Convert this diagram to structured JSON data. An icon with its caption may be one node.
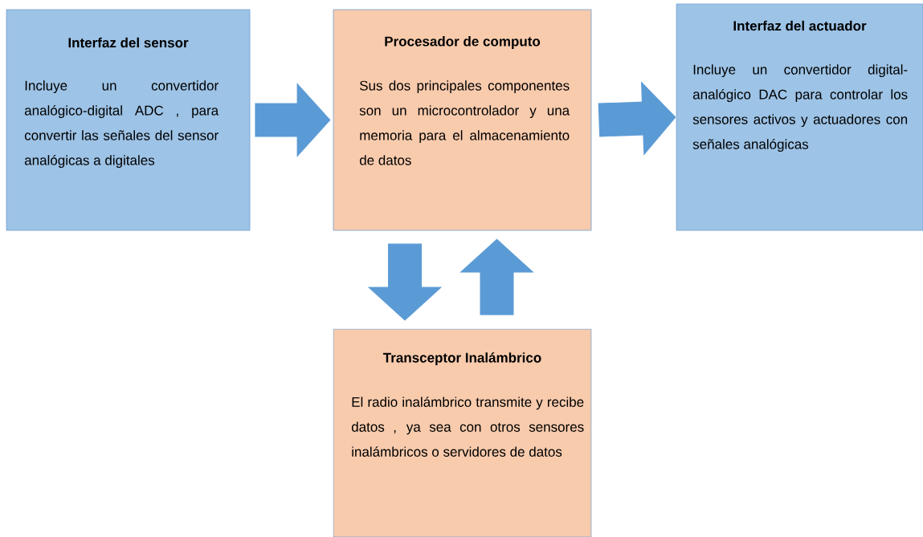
{
  "diagram": {
    "nodes": [
      {
        "text": [
          "Interfaz del sensor",
          "Incluye un convertidor analógico-digital ADC , para convertir las señales del sensor analógicas a digitales"
        ]
      },
      {
        "text": [
          "Procesador de computo",
          "Sus dos principales componentes son un microcontrolador y una memoria para el almacenamiento de datos"
        ]
      },
      {
        "text": [
          "Interfaz del actuador",
          "Incluye un convertidor digital-analógico DAC para controlar los sensores activos y actuadores con señales analógicas"
        ]
      },
      {
        "text": [
          "Transceptor Inalámbrico",
          "El radio inalámbrico transmite y recibe datos , ya sea con otros sensores inalámbricos o servidores de datos"
        ]
      }
    ],
    "edges": [
      {
        "from": 0,
        "to": 1,
        "arrow": "to"
      },
      {
        "from": 1,
        "to": 2,
        "arrow": "to"
      },
      {
        "from": 1,
        "to": 3,
        "arrow": "to"
      },
      {
        "from": 3,
        "to": 1,
        "arrow": "to"
      }
    ]
  }
}
